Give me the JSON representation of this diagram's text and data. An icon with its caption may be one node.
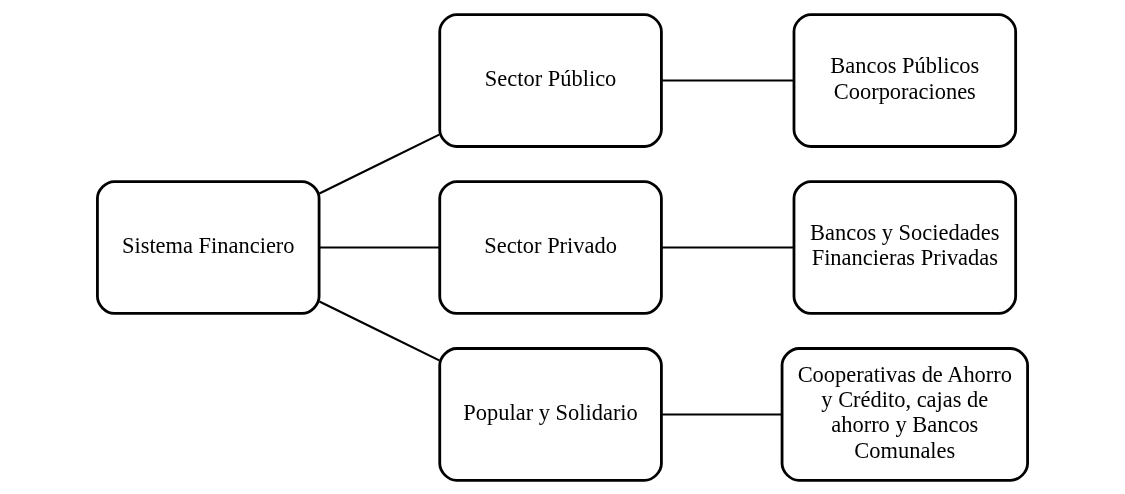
{
  "diagram": {
    "nodes": [
      {
        "text": [
          "Sistema Financiero"
        ]
      },
      {
        "text": [
          "Sector Público"
        ]
      },
      {
        "text": [
          "Bancos Públicos Coorporaciones"
        ]
      },
      {
        "text": [
          "Sector Privado"
        ]
      },
      {
        "text": [
          "Bancos y Sociedades Financieras Privadas"
        ]
      },
      {
        "text": [
          "Popular y Solidario"
        ]
      },
      {
        "text": [
          "Cooperativas de Ahorro y Crédito, cajas de ahorro y Bancos Comunales"
        ]
      }
    ],
    "edges": [
      {
        "from": 0,
        "to": 1,
        "arrow": "none"
      },
      {
        "from": 0,
        "to": 3,
        "arrow": "none"
      },
      {
        "from": 0,
        "to": 5,
        "arrow": "none"
      },
      {
        "from": 1,
        "to": 2,
        "arrow": "none"
      },
      {
        "from": 3,
        "to": 4,
        "arrow": "none"
      },
      {
        "from": 5,
        "to": 6,
        "arrow": "none"
      }
    ]
  }
}
